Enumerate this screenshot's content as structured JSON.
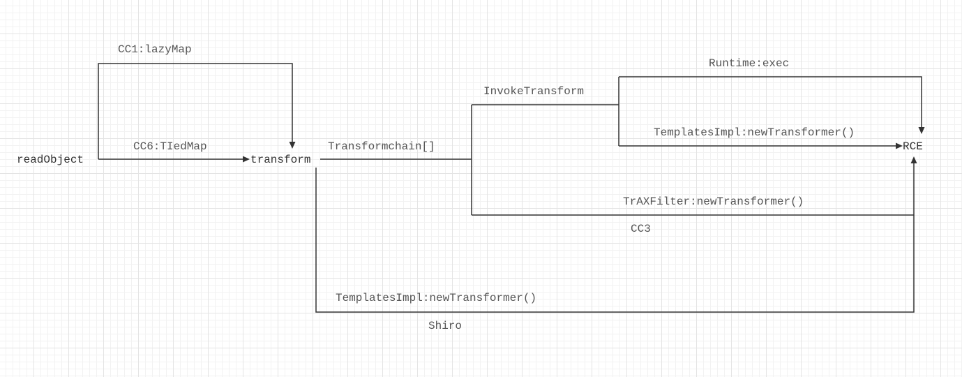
{
  "nodes": {
    "read_object": "readObject",
    "transform": "transform",
    "rce": "RCE"
  },
  "edge_labels": {
    "cc1_lazymap": "CC1:lazyMap",
    "cc6_tiedmap": "CC6:TIedMap",
    "transformchain": "Transformchain[]",
    "invoke_transform": "InvokeTransform",
    "runtime_exec": "Runtime:exec",
    "templatesimpl_newtransformer_1": "TemplatesImpl:newTransformer()",
    "traxfilter_newtransformer": "TrAXFilter:newTransformer()",
    "cc3": "CC3",
    "templatesimpl_newtransformer_2": "TemplatesImpl:newTransformer()",
    "shiro": "Shiro"
  },
  "colors": {
    "line": "#333333",
    "label": "#555555",
    "grid": "#e4e4e4"
  }
}
